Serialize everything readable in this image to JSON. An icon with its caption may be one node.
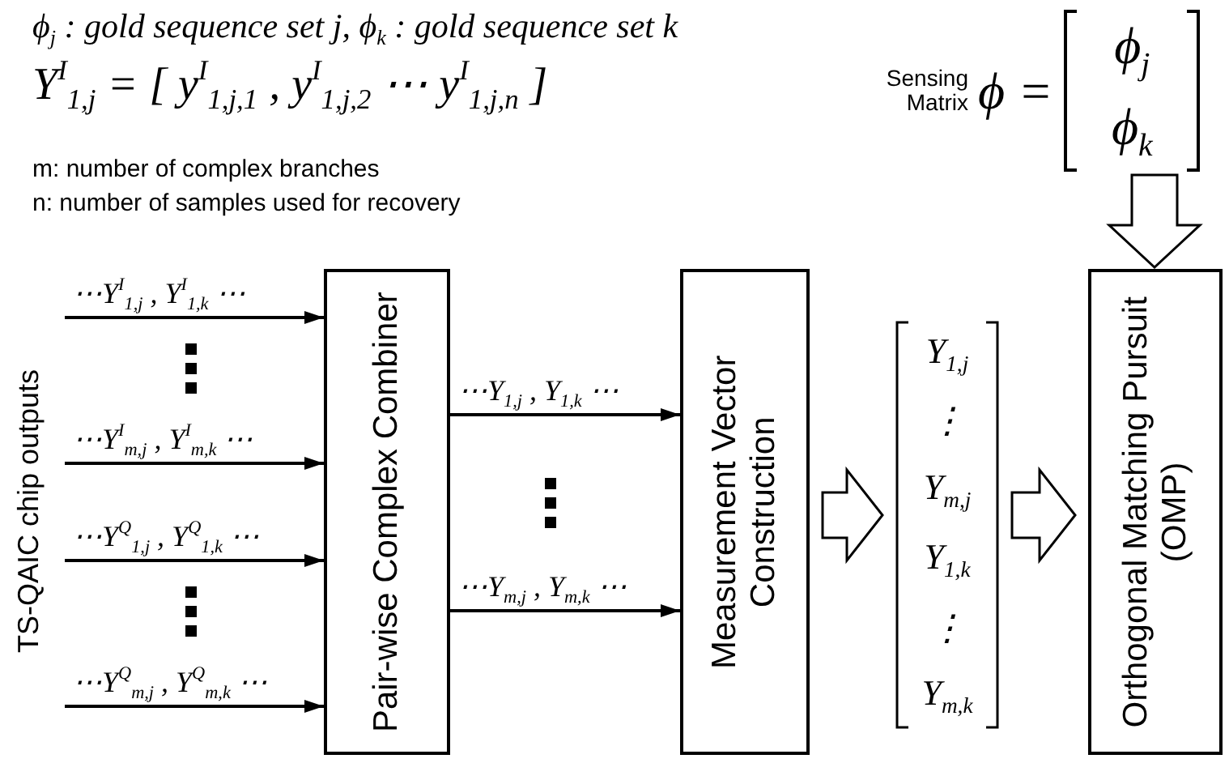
{
  "diagram": {
    "title": "ϕ$_{j}$ : gold sequence set  j,  ϕ$_{k}$ : gold sequence set  k",
    "nodes": [
      {
        "text": [
          "Pair-wise Complex Combiner"
        ]
      },
      {
        "text": [
          "Measurement Vector Construction"
        ]
      },
      {
        "text": [
          "Y$_{1,j}$",
          "⋮",
          "Y$_{m,j}$",
          "Y$_{1,k}$",
          "⋮",
          "Y$_{m,k}$"
        ]
      },
      {
        "text": [
          "Orthogonal Matching Pursuit (OMP)"
        ]
      },
      {
        "text": [
          "Sensing Matrix",
          "ϕ =",
          "ϕ$_{j}$",
          "ϕ$_{k}$"
        ]
      }
    ],
    "edges": [
      {
        "from": null,
        "to": 0,
        "arrow": "to",
        "label": "⋯Y$^{I}$$_{1,j}$ ,  Y$^{I}$$_{1,k}$ ⋯"
      },
      {
        "from": null,
        "to": 0,
        "arrow": "to",
        "label": "⋯Y$^{I}$$_{m,j}$ ,  Y$^{I}$$_{m,k}$ ⋯"
      },
      {
        "from": null,
        "to": 0,
        "arrow": "to",
        "label": "⋯Y$^{Q}$$_{1,j}$ ,  Y$^{Q}$$_{1,k}$ ⋯"
      },
      {
        "from": null,
        "to": 0,
        "arrow": "to",
        "label": "⋯Y$^{Q}$$_{m,j}$ ,  Y$^{Q}$$_{m,k}$ ⋯"
      },
      {
        "from": 0,
        "to": 1,
        "arrow": "to",
        "label": "⋯Y$_{1,j}$ ,  Y$_{1,k}$ ⋯"
      },
      {
        "from": 0,
        "to": 1,
        "arrow": "to",
        "label": "⋯Y$_{m,j}$ ,  Y$_{m,k}$ ⋯"
      },
      {
        "from": 1,
        "to": 2,
        "arrow": "to",
        "style": "thick"
      },
      {
        "from": 2,
        "to": 3,
        "arrow": "to",
        "style": "thick"
      },
      {
        "from": 4,
        "to": 3,
        "arrow": "to",
        "style": "thick"
      }
    ],
    "labels": [
      "Y$^{I}$$_{1,j}$  = [ y$^{I}$$_{1,j,1}$ , y$^{I}$$_{1,j,2}$ ⋯ y$^{I}$$_{1,j,n}$ ]",
      "m: number of complex branches",
      "n: number of samples used for recovery",
      "TS-QAIC chip outputs"
    ]
  }
}
